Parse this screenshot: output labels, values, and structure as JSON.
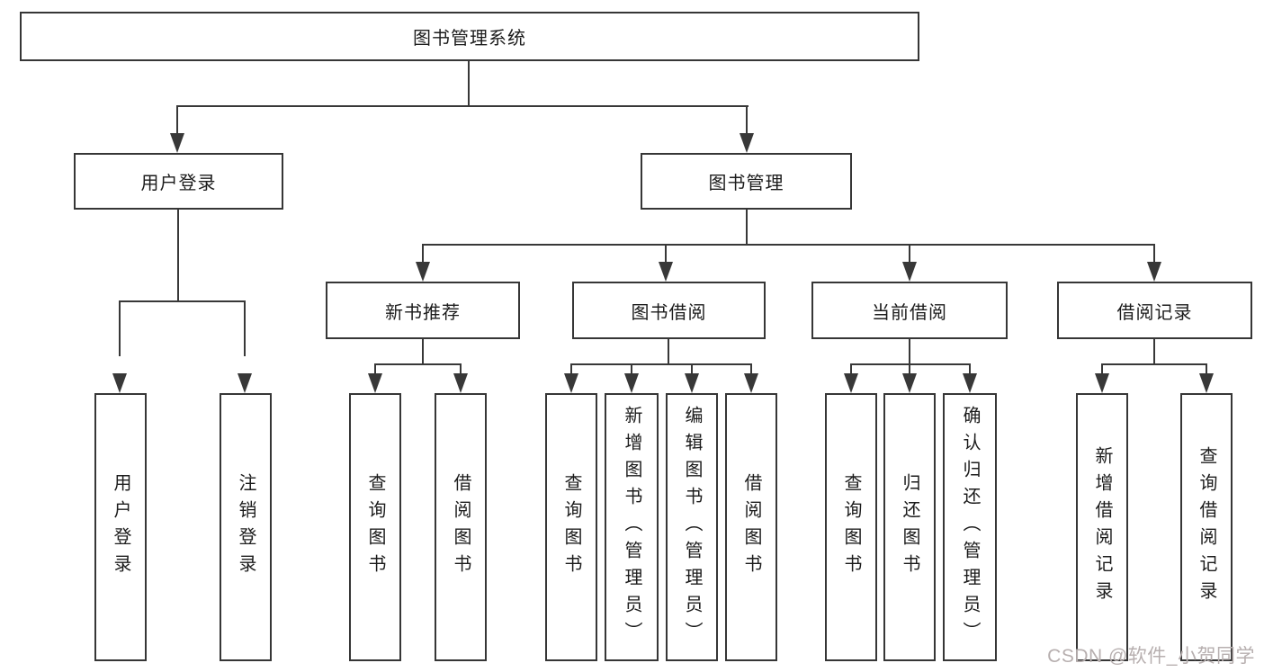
{
  "diagram": {
    "root": {
      "label": "图书管理系统"
    },
    "user_branch": {
      "label": "用户登录",
      "children": [
        {
          "label": "用户登录"
        },
        {
          "label": "注销登录"
        }
      ]
    },
    "book_branch": {
      "label": "图书管理",
      "groups": [
        {
          "label": "新书推荐",
          "children": [
            {
              "label": "查询图书"
            },
            {
              "label": "借阅图书"
            }
          ]
        },
        {
          "label": "图书借阅",
          "children": [
            {
              "label": "查询图书"
            },
            {
              "label": "新增图书（管理员）"
            },
            {
              "label": "编辑图书（管理员）"
            },
            {
              "label": "借阅图书"
            }
          ]
        },
        {
          "label": "当前借阅",
          "children": [
            {
              "label": "查询图书"
            },
            {
              "label": "归还图书"
            },
            {
              "label": "确认归还（管理员）"
            }
          ]
        },
        {
          "label": "借阅记录",
          "children": [
            {
              "label": "新增借阅记录"
            },
            {
              "label": "查询借阅记录"
            }
          ]
        }
      ]
    },
    "watermark": "CSDN @软件_小贺同学"
  }
}
